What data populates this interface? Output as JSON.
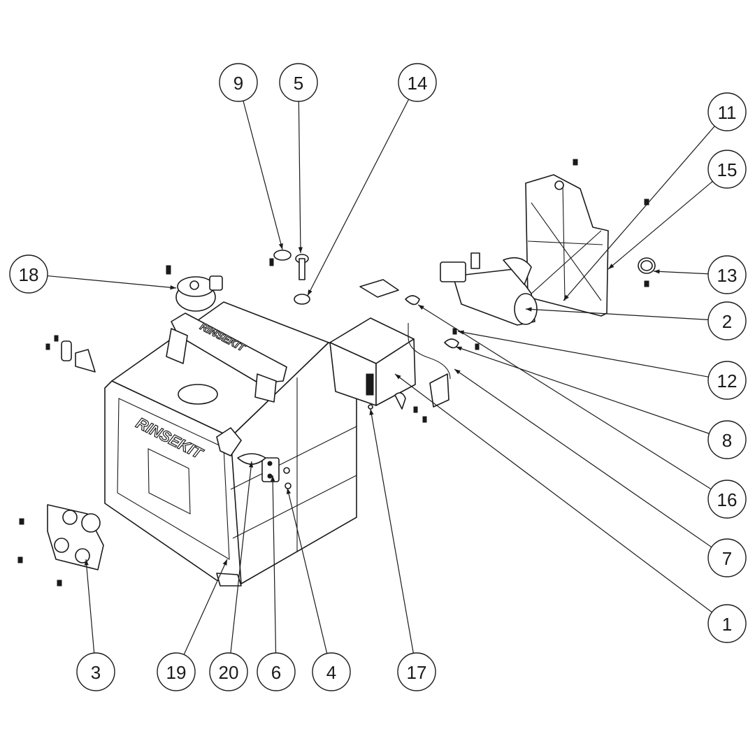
{
  "diagram": {
    "brand_label": "RINSEKIT",
    "callouts": [
      {
        "id": "9"
      },
      {
        "id": "5"
      },
      {
        "id": "14"
      },
      {
        "id": "11"
      },
      {
        "id": "15"
      },
      {
        "id": "18"
      },
      {
        "id": "13"
      },
      {
        "id": "2"
      },
      {
        "id": "12"
      },
      {
        "id": "8"
      },
      {
        "id": "16"
      },
      {
        "id": "7"
      },
      {
        "id": "1"
      },
      {
        "id": "3"
      },
      {
        "id": "19"
      },
      {
        "id": "20"
      },
      {
        "id": "6"
      },
      {
        "id": "4"
      },
      {
        "id": "17"
      }
    ]
  },
  "colors": {
    "line": "#1a1a1a",
    "background": "#ffffff"
  }
}
